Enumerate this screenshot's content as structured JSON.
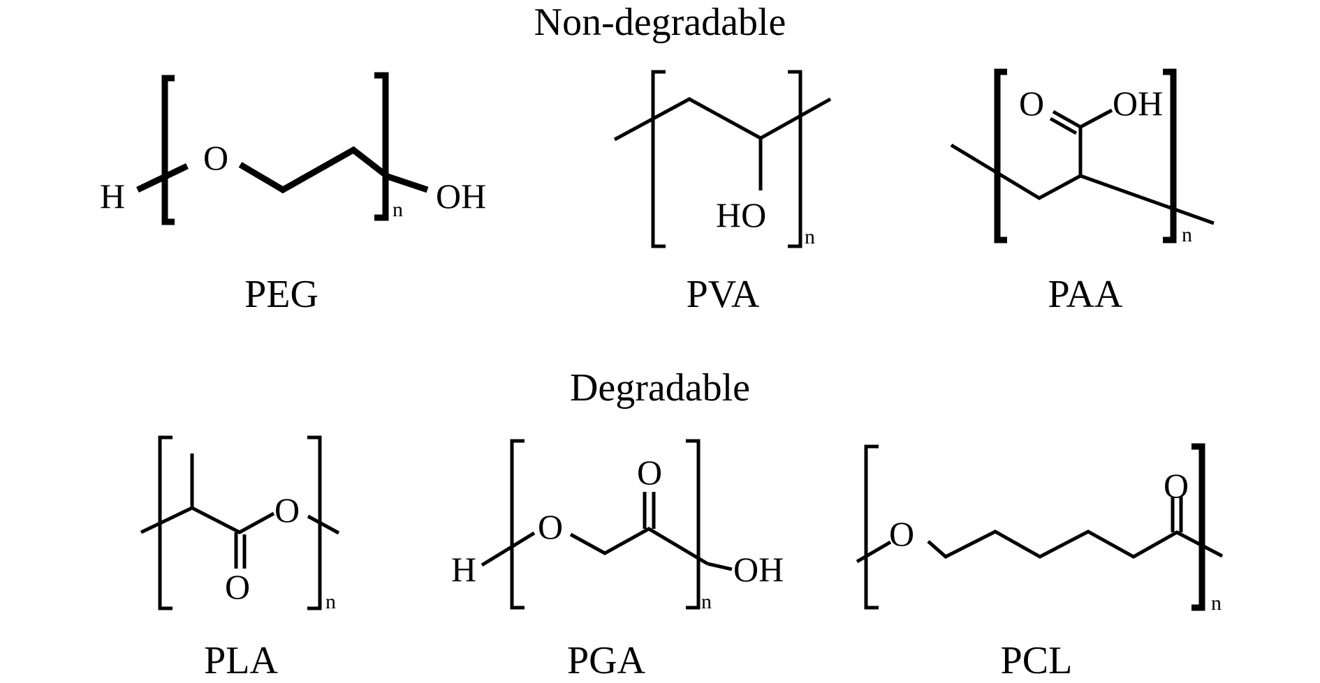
{
  "sections": {
    "non_degradable": {
      "title": "Non-degradable"
    },
    "degradable": {
      "title": "Degradable"
    }
  },
  "polymers": {
    "peg": {
      "name": "PEG",
      "atoms": {
        "h": "H",
        "o": "O",
        "oh": "OH",
        "n": "n"
      }
    },
    "pva": {
      "name": "PVA",
      "atoms": {
        "ho": "HO",
        "n": "n"
      }
    },
    "paa": {
      "name": "PAA",
      "atoms": {
        "o": "O",
        "oh": "OH",
        "n": "n"
      }
    },
    "pla": {
      "name": "PLA",
      "atoms": {
        "o_ring": "O",
        "o_carbonyl": "O",
        "n": "n"
      }
    },
    "pga": {
      "name": "PGA",
      "atoms": {
        "h": "H",
        "o": "O",
        "o_carbonyl": "O",
        "oh": "OH",
        "n": "n"
      }
    },
    "pcl": {
      "name": "PCL",
      "atoms": {
        "o": "O",
        "o_carbonyl": "O",
        "n": "n"
      }
    }
  }
}
